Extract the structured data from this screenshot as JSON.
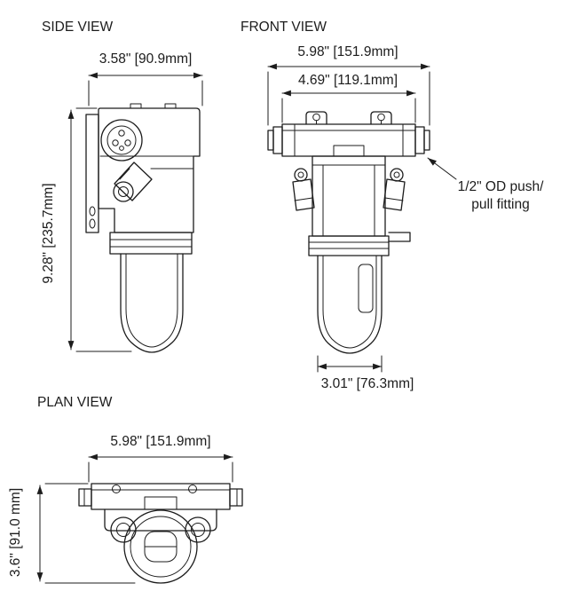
{
  "document": {
    "type": "technical-drawing-three-views",
    "ink_color": "#1c1c1c",
    "background": "#ffffff"
  },
  "side_view": {
    "title": "SIDE VIEW",
    "width_dim": "3.58\" [90.9mm]",
    "height_dim": "9.28\" [235.7mm]"
  },
  "front_view": {
    "title": "FRONT VIEW",
    "overall_width_dim": "5.98\" [151.9mm]",
    "body_width_dim": "4.69\" [119.1mm]",
    "bowl_width_dim": "3.01\" [76.3mm]",
    "fitting_callout_line1": "1/2\" OD push/",
    "fitting_callout_line2": "pull fitting"
  },
  "plan_view": {
    "title": "PLAN VIEW",
    "width_dim": "5.98\" [151.9mm]",
    "depth_dim": "3.6\" [91.0 mm]"
  }
}
